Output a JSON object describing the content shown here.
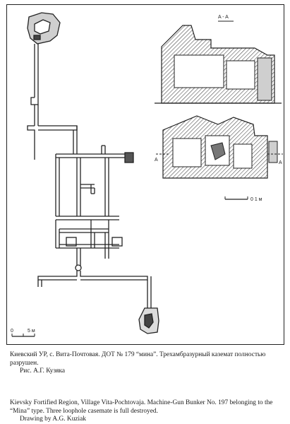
{
  "drawing": {
    "section_label": "A - A",
    "section_mark_left": "A",
    "section_mark_right": "A",
    "scale_right": "0 1 м",
    "scale_left_zero": "0",
    "scale_left_end": "5 м"
  },
  "caption": {
    "ru_text": "Киевский УР, с. Вита-Почтовая. ДОТ № 179 “мина”. Трехамбразурный каземат полностью разрушен.",
    "ru_credit": "Рис. А.Г. Кузяка",
    "en_text": "Kievsky Fortified Region, Village Vita-Pochtovaja. Machine-Gun Bunker No. 197 belonging to the “Mina” type. Three loophole casemate is full destroyed.",
    "en_credit": "Drawing by A.G. Kuziak"
  }
}
